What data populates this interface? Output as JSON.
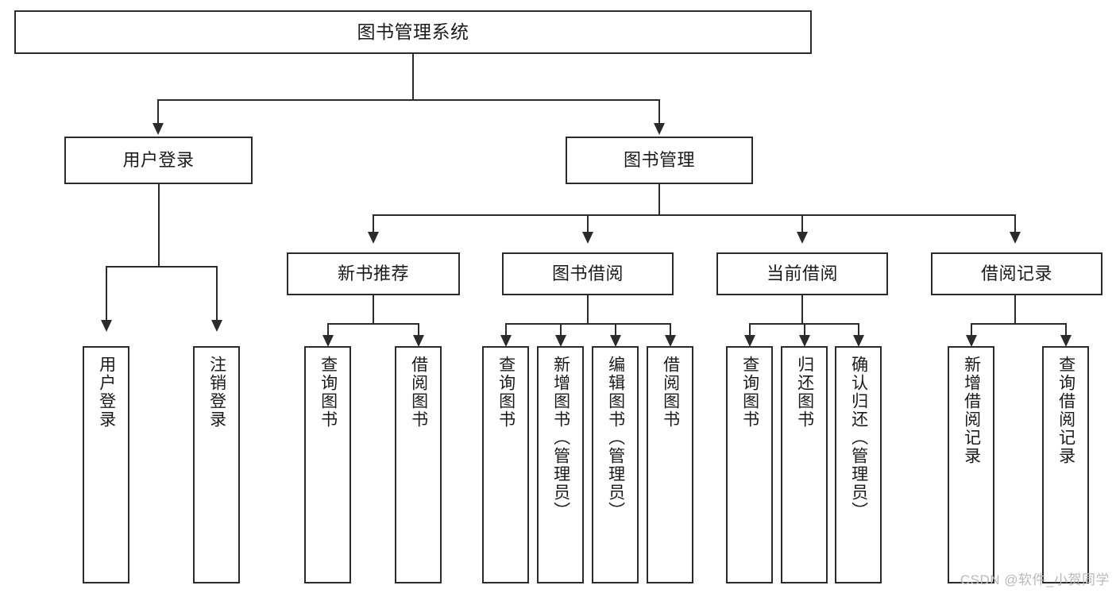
{
  "diagram": {
    "type": "tree-hierarchy",
    "orientation": "top-down",
    "root": {
      "label": "图书管理系统"
    },
    "level1": [
      {
        "label": "用户登录"
      },
      {
        "label": "图书管理"
      }
    ],
    "level2": [
      {
        "label": "新书推荐"
      },
      {
        "label": "图书借阅"
      },
      {
        "label": "当前借阅"
      },
      {
        "label": "借阅记录"
      }
    ],
    "leaves": {
      "user_login": [
        {
          "label": "用户登录"
        },
        {
          "label": "注销登录"
        }
      ],
      "new_book_recommend": [
        {
          "label": "查询图书"
        },
        {
          "label": "借阅图书"
        }
      ],
      "book_borrow": [
        {
          "label": "查询图书"
        },
        {
          "label": "新增图书（管理员）"
        },
        {
          "label": "编辑图书（管理员）"
        },
        {
          "label": "借阅图书"
        }
      ],
      "current_borrow": [
        {
          "label": "查询图书"
        },
        {
          "label": "归还图书"
        },
        {
          "label": "确认归还（管理员）"
        }
      ],
      "borrow_record": [
        {
          "label": "新增借阅记录"
        },
        {
          "label": "查询借阅记录"
        }
      ]
    }
  },
  "watermark": {
    "text": "CSDN @软件_小贺同学"
  },
  "colors": {
    "stroke": "#2b2b2b",
    "fill": "#ffffff",
    "text": "#1a1a1a",
    "watermark": "#b9b9b9"
  }
}
